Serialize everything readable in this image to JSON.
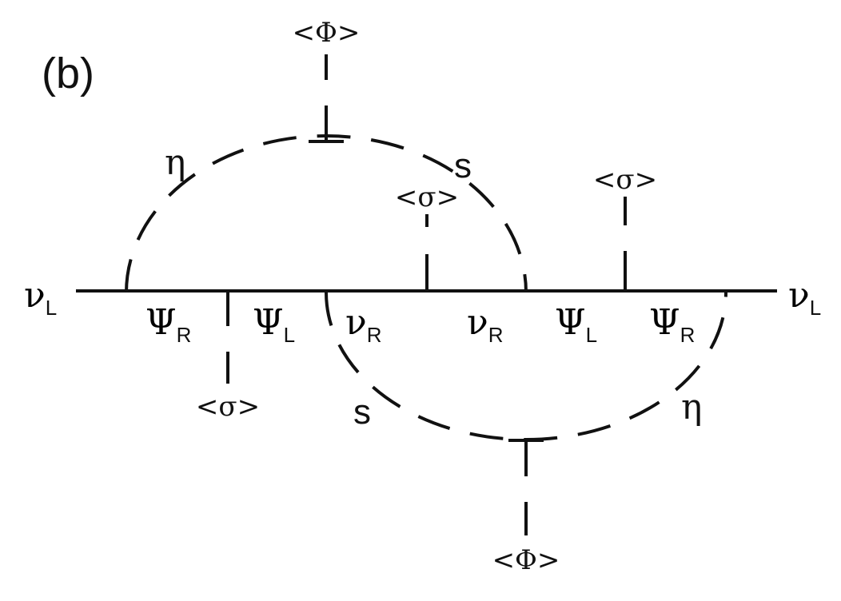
{
  "panel_label": "(b)",
  "external_legs": {
    "left": {
      "symbol": "ν",
      "sub": "L"
    },
    "right": {
      "symbol": "ν",
      "sub": "L"
    }
  },
  "propagators": [
    {
      "symbol": "Ψ",
      "sub": "R"
    },
    {
      "symbol": "Ψ",
      "sub": "L"
    },
    {
      "symbol": "ν",
      "sub": "R"
    },
    {
      "symbol": "ν",
      "sub": "R"
    },
    {
      "symbol": "Ψ",
      "sub": "L"
    },
    {
      "symbol": "Ψ",
      "sub": "R"
    }
  ],
  "vev_insertions": {
    "phi_top": "<Φ>",
    "phi_bottom": "<Φ>",
    "sigma_upper_mid": "<σ>",
    "sigma_upper_right": "<σ>",
    "sigma_lower_left": "<σ>"
  },
  "scalar_lines": {
    "upper_left": "η",
    "upper_right": "s",
    "lower_left": "s",
    "lower_right": "η"
  },
  "colors": {
    "ink": "#111111",
    "background": "#ffffff"
  }
}
